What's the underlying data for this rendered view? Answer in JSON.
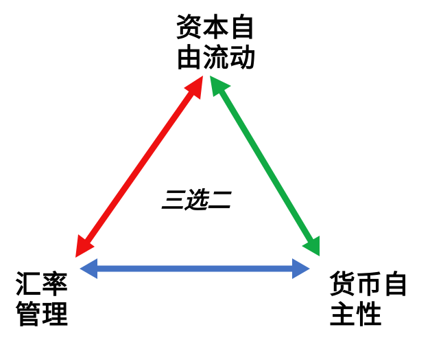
{
  "nodes": {
    "top": {
      "line1": "资本自",
      "line2": "由流动"
    },
    "left": {
      "line1": "汇率",
      "line2": "管理"
    },
    "right": {
      "line1": "货币自",
      "line2": "主性"
    }
  },
  "center_label": "三选二",
  "arrows": {
    "left_top": {
      "color": "#ee1111"
    },
    "right_top": {
      "color": "#11aa44"
    },
    "left_right": {
      "color": "#4472c4"
    }
  }
}
